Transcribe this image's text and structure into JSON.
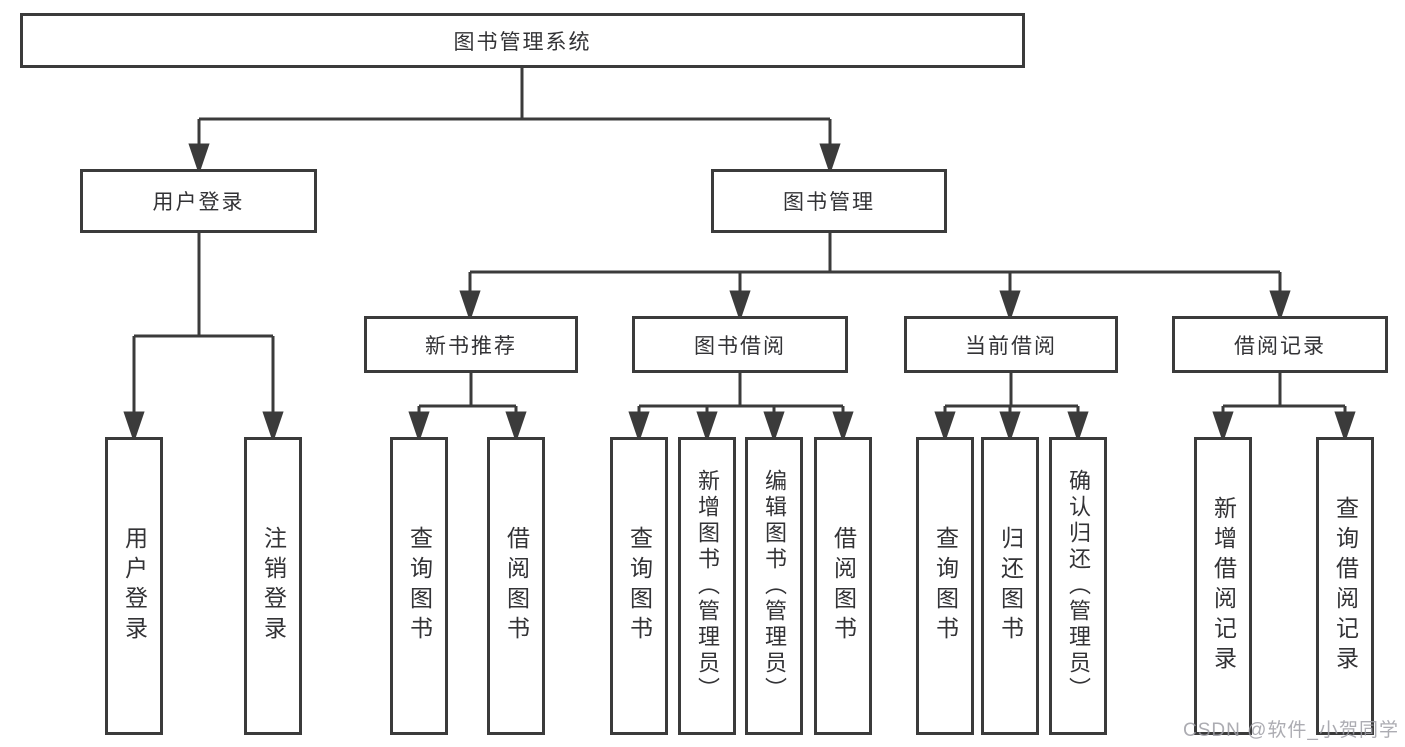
{
  "diagram": {
    "type": "hierarchy-chart",
    "colors": {
      "background": "#ffffff",
      "line": "#3b3b3b",
      "box_border": "#3b3b3b",
      "box_fill": "#ffffff",
      "text": "#333336",
      "watermark": "#9e9ea4"
    },
    "tree": {
      "label": "图书管理系统",
      "children": [
        {
          "label": "用户登录",
          "children": [
            {
              "label": "用户登录"
            },
            {
              "label": "注销登录"
            }
          ]
        },
        {
          "label": "图书管理",
          "children": [
            {
              "label": "新书推荐",
              "children": [
                {
                  "label": "查询图书"
                },
                {
                  "label": "借阅图书"
                }
              ]
            },
            {
              "label": "图书借阅",
              "children": [
                {
                  "label": "查询图书"
                },
                {
                  "label": "新增图书（管理员）"
                },
                {
                  "label": "编辑图书（管理员）"
                },
                {
                  "label": "借阅图书"
                }
              ]
            },
            {
              "label": "当前借阅",
              "children": [
                {
                  "label": "查询图书"
                },
                {
                  "label": "归还图书"
                },
                {
                  "label": "确认归还（管理员）"
                }
              ]
            },
            {
              "label": "借阅记录",
              "children": [
                {
                  "label": "新增借阅记录"
                },
                {
                  "label": "查询借阅记录"
                }
              ]
            }
          ]
        }
      ]
    },
    "watermark": "CSDN @软件_小贺同学"
  }
}
